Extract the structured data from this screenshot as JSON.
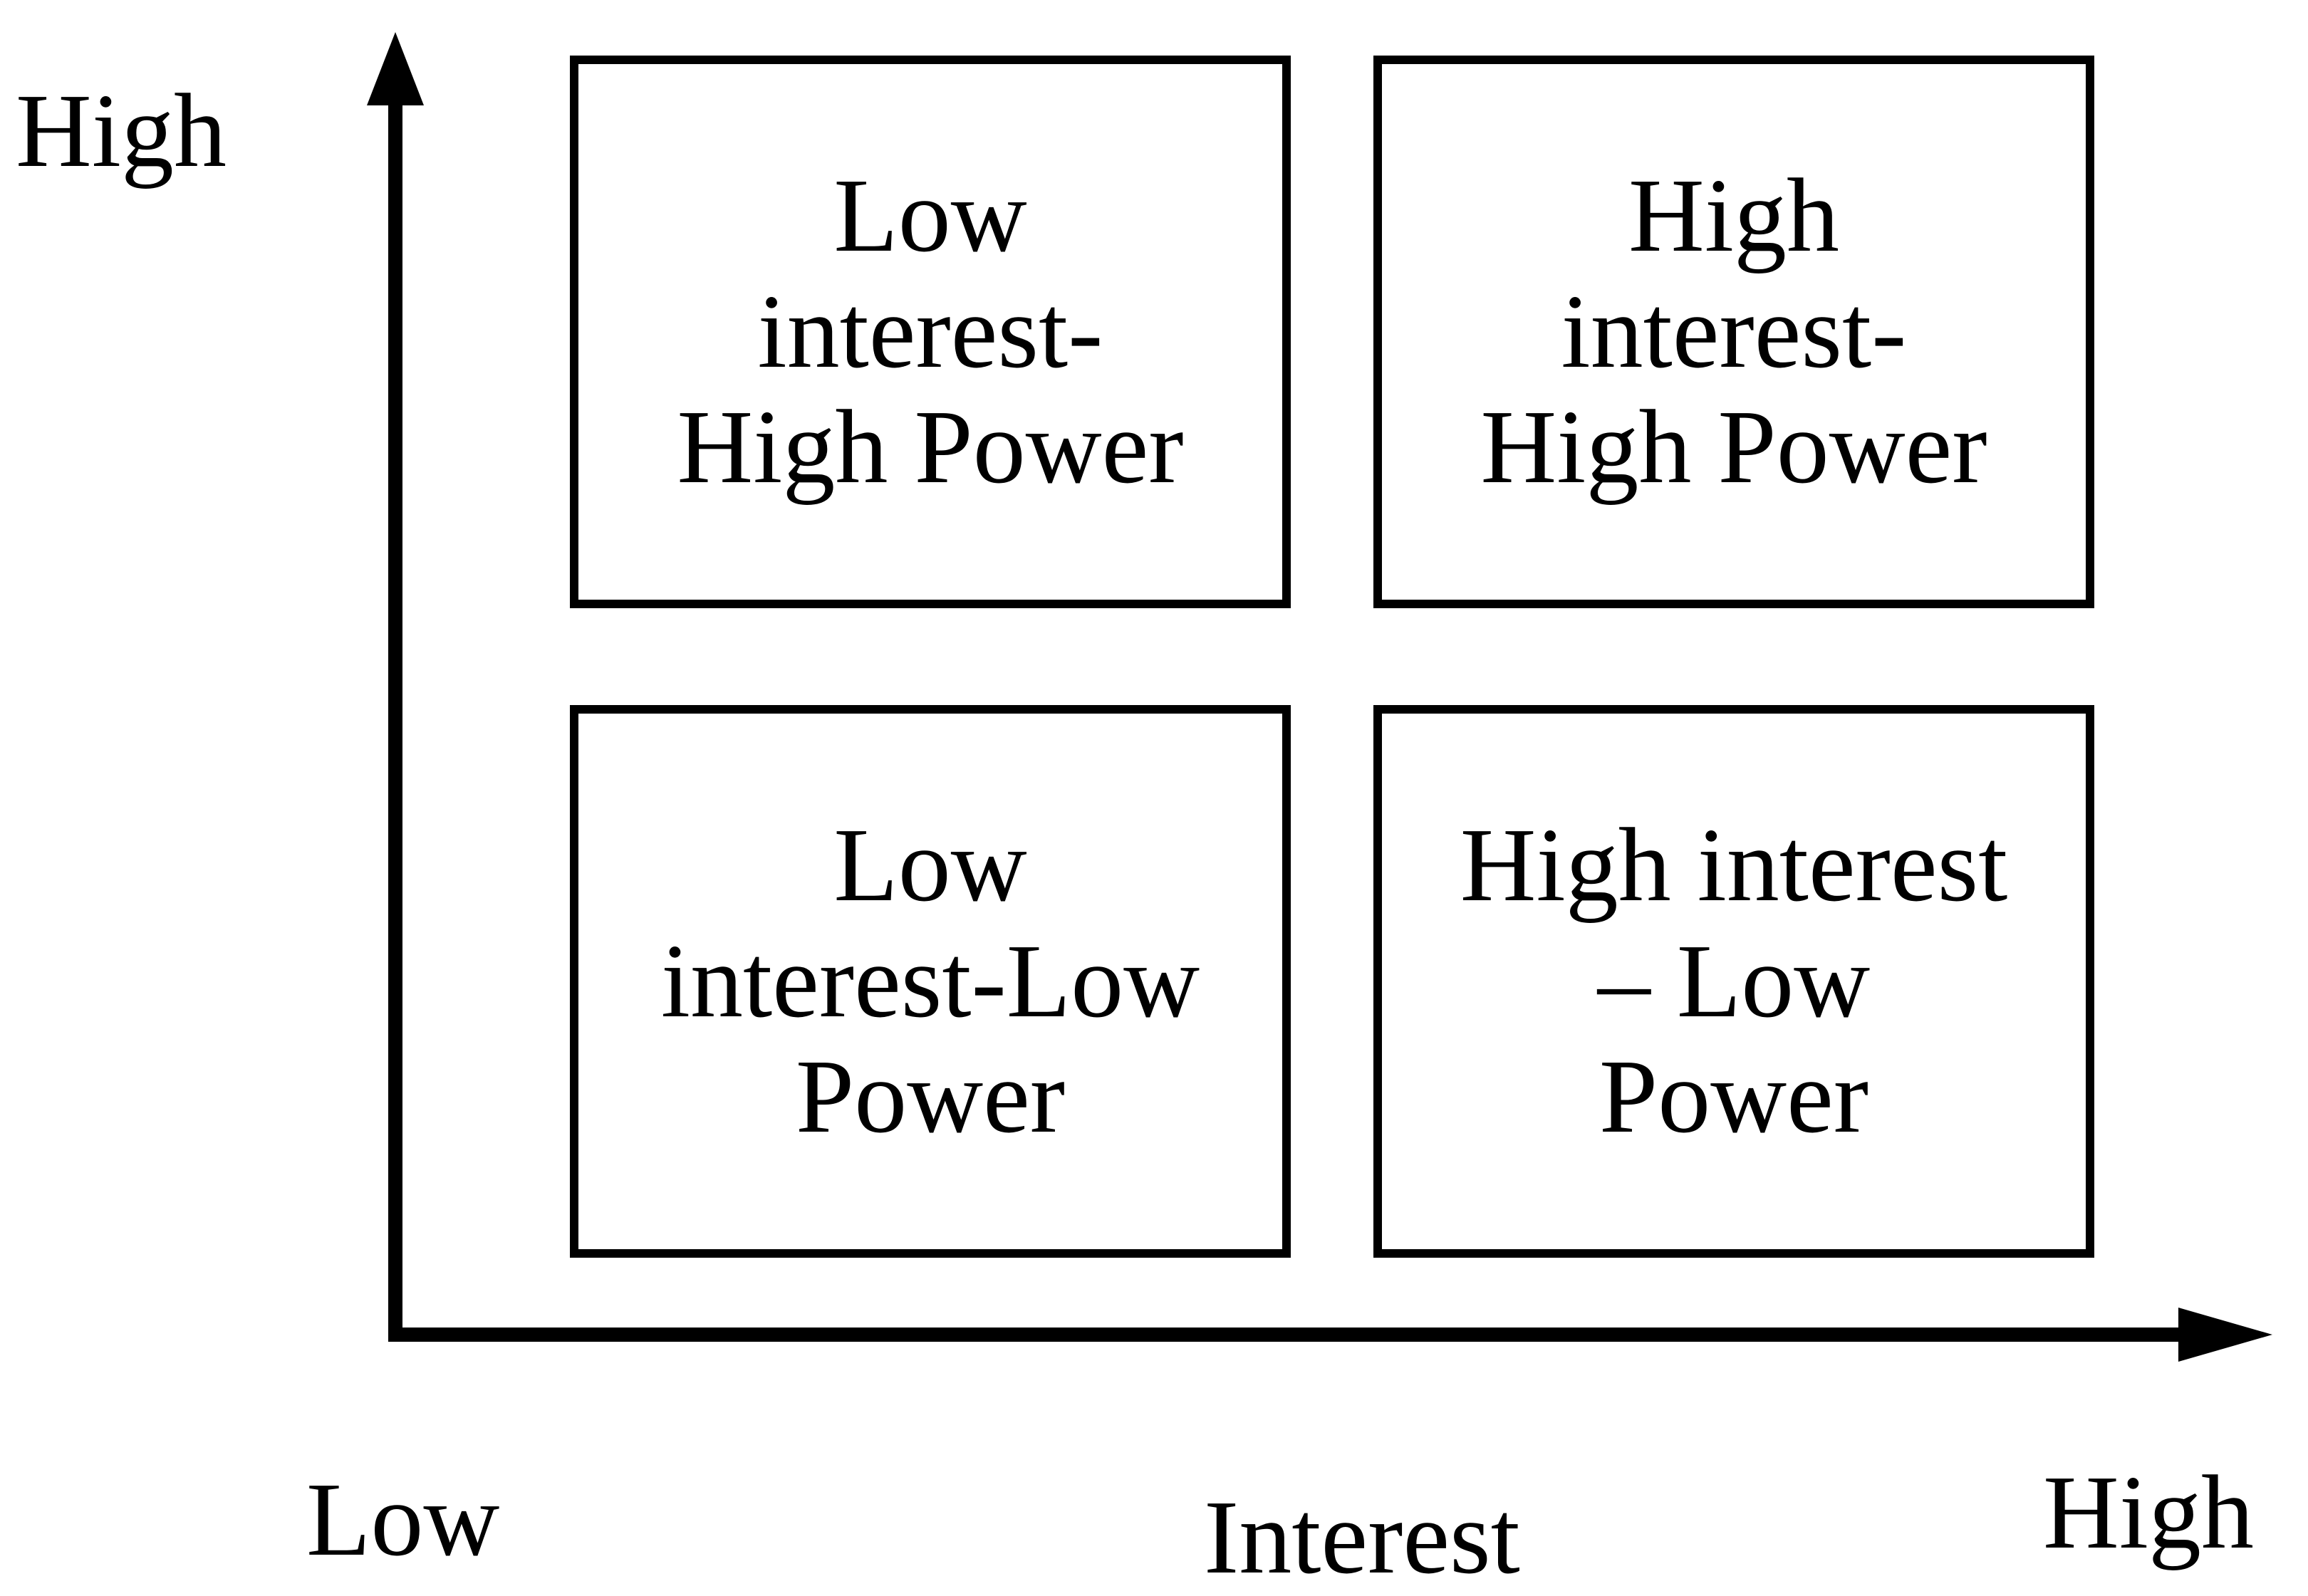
{
  "quadrants": {
    "top_left": {
      "lines": [
        "Low",
        "interest-",
        "High Power"
      ]
    },
    "top_right": {
      "lines": [
        "High",
        "interest-",
        "High Power"
      ]
    },
    "bottom_left": {
      "lines": [
        "Low",
        "interest-Low",
        "Power"
      ]
    },
    "bottom_right": {
      "lines": [
        "High interest",
        "– Low",
        "Power"
      ]
    }
  },
  "axes": {
    "y_high_label": "High",
    "x_low_label": "Low",
    "x_title": "Interest",
    "x_high_label": "High"
  },
  "colors": {
    "line": "#000000",
    "background": "#ffffff"
  }
}
